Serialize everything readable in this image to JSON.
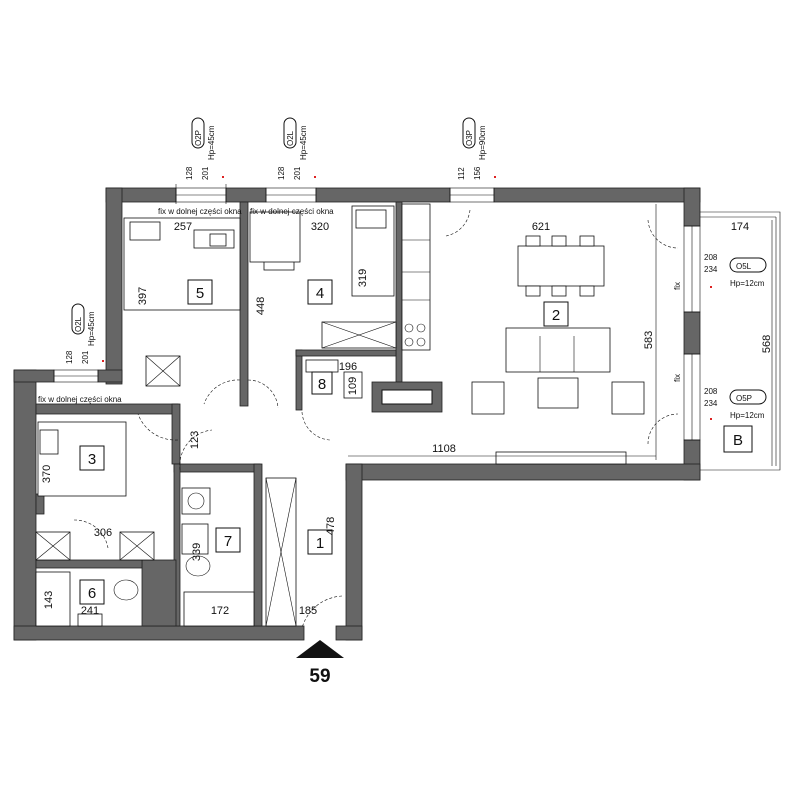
{
  "plan": {
    "unit_number": "59",
    "balcony_label": "B",
    "rooms": [
      {
        "id": "room-1",
        "number": "1"
      },
      {
        "id": "room-2",
        "number": "2"
      },
      {
        "id": "room-3",
        "number": "3"
      },
      {
        "id": "room-4",
        "number": "4"
      },
      {
        "id": "room-5",
        "number": "5"
      },
      {
        "id": "room-6",
        "number": "6"
      },
      {
        "id": "room-7",
        "number": "7"
      },
      {
        "id": "room-8",
        "number": "8"
      }
    ],
    "dimensions": {
      "d257": "257",
      "d320": "320",
      "d621": "621",
      "d174": "174",
      "d397": "397",
      "d448": "448",
      "d319": "319",
      "d583": "583",
      "d568": "568",
      "d1108": "1108",
      "d123": "123",
      "d370": "370",
      "d306": "306",
      "d339": "339",
      "d478": "478",
      "d143": "143",
      "d241": "241",
      "d172": "172",
      "d185": "185",
      "d196": "196",
      "d109": "109",
      "w128a": "128",
      "w201a": "201",
      "w128b": "128",
      "w201b": "201",
      "w112": "112",
      "w156": "156",
      "w128c": "128",
      "w201c": "201",
      "w208a": "208",
      "w234a": "234",
      "w208b": "208",
      "w234b": "234"
    },
    "windows": {
      "o2p_code": "O2P",
      "o2p_hp": "Hp=45cm",
      "o2l_top_code": "O2L",
      "o2l_top_hp": "Hp=45cm",
      "o3p_code": "O3P",
      "o3p_hp": "Hp=90cm",
      "o2l_left_code": "O2L",
      "o2l_left_hp": "Hp=45cm",
      "o5l_code": "O5L",
      "o5l_hp": "Hp=12cm",
      "o5p_code": "O5P",
      "o5p_hp": "Hp=12cm"
    },
    "notes": {
      "fix_lower_5": "fix w dolnej części okna",
      "fix_lower_4": "fix w dolnej części okna",
      "fix_lower_3": "fix w dolnej części okna",
      "fix_a": "fix",
      "fix_b": "fix"
    }
  }
}
